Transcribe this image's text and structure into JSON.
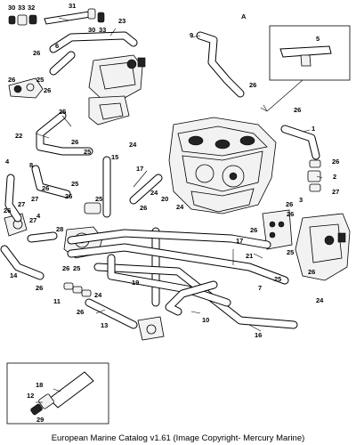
{
  "caption": "European Marine Catalog v1.61 (Image Copyright- Mercury Marine)",
  "callouts": {
    "c1": "1",
    "c2": "2",
    "c3": "3",
    "c4a": "4",
    "c4b": "4",
    "c5": "5",
    "c6": "6",
    "c7": "7",
    "c8": "8",
    "c9": "9",
    "c10": "10",
    "c11": "11",
    "c12": "12",
    "c13": "13",
    "c14": "14",
    "c15": "15",
    "c16": "16",
    "c17a": "17",
    "c17b": "17",
    "c18": "18",
    "c19": "19",
    "c20": "20",
    "c21": "21",
    "c22": "22",
    "c23": "23",
    "c24a": "24",
    "c24b": "24",
    "c24c": "24",
    "c24d": "24",
    "c24e": "24",
    "c25a": "25",
    "c25b": "25",
    "c25c": "25",
    "c25d": "25",
    "c25e": "25",
    "c25f": "25",
    "c25g": "25",
    "c25h": "25",
    "c26a": "26",
    "c26b": "26",
    "c26c": "26",
    "c26d": "26",
    "c26e": "26",
    "c26f": "26",
    "c26g": "26",
    "c26h": "26",
    "c26i": "26",
    "c26j": "26",
    "c26k": "26",
    "c26l": "26",
    "c26m": "26",
    "c26n": "26",
    "c26o": "26",
    "c26p": "26",
    "c26q": "26",
    "c26r": "26",
    "c27a": "27",
    "c27b": "27",
    "c27c": "27",
    "c27d": "27",
    "c28": "28",
    "c29": "29",
    "c30a": "30",
    "c30b": "30",
    "c31": "31",
    "c32": "32",
    "c33a": "33",
    "c33b": "33",
    "cA": "A"
  }
}
